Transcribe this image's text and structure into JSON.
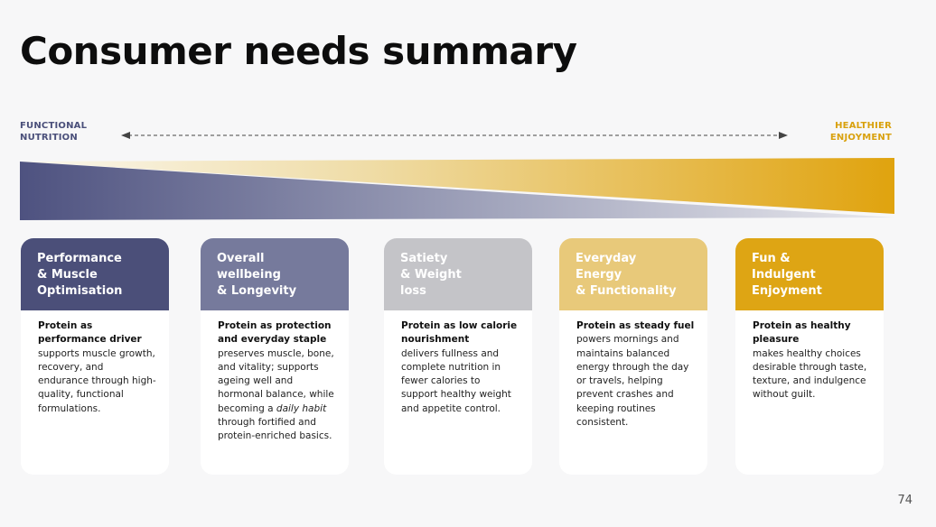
{
  "title": "Consumer needs summary",
  "axis": {
    "left_label": "FUNCTIONAL\nNUTRITION",
    "right_label": "HEALTHIER\nENJOYMENT",
    "left_color": "#4a4f7a",
    "right_color": "#d9a10d"
  },
  "cards": [
    {
      "heading": "Performance\n& Muscle\nOptimisation",
      "color": "#4b4f79",
      "lead": "Protein as performance driver",
      "body_before": "supports muscle growth, recovery, and endurance through high-quality, functional formulations.",
      "body_em": "",
      "body_after": ""
    },
    {
      "heading": "Overall\nwellbeing\n& Longevity",
      "color": "#767a9c",
      "lead": "Protein as protection and everyday staple",
      "body_before": "preserves muscle, bone, and vitality; supports ageing well and hormonal balance, while becoming a ",
      "body_em": "daily habit",
      "body_after": " through fortified and protein-enriched basics."
    },
    {
      "heading": "Satiety\n& Weight\nloss",
      "color": "#c4c4c8",
      "lead": "Protein as low calorie nourishment",
      "body_before": "delivers fullness and complete nutrition in fewer calories to support healthy weight and appetite control.",
      "body_em": "",
      "body_after": ""
    },
    {
      "heading": "Everyday\nEnergy\n& Functionality",
      "color": "#e8c97a",
      "lead": "Protein as steady fuel",
      "body_before": " powers mornings and maintains balanced energy through the day or travels, helping prevent crashes and keeping routines consistent.",
      "body_em": "",
      "body_after": ""
    },
    {
      "heading": "Fun &\nIndulgent\nEnjoyment",
      "color": "#dea514",
      "lead": "Protein as healthy pleasure",
      "body_before": "makes healthy choices desirable through taste, texture, and indulgence without guilt.",
      "body_em": "",
      "body_after": ""
    }
  ],
  "page_number": "74"
}
